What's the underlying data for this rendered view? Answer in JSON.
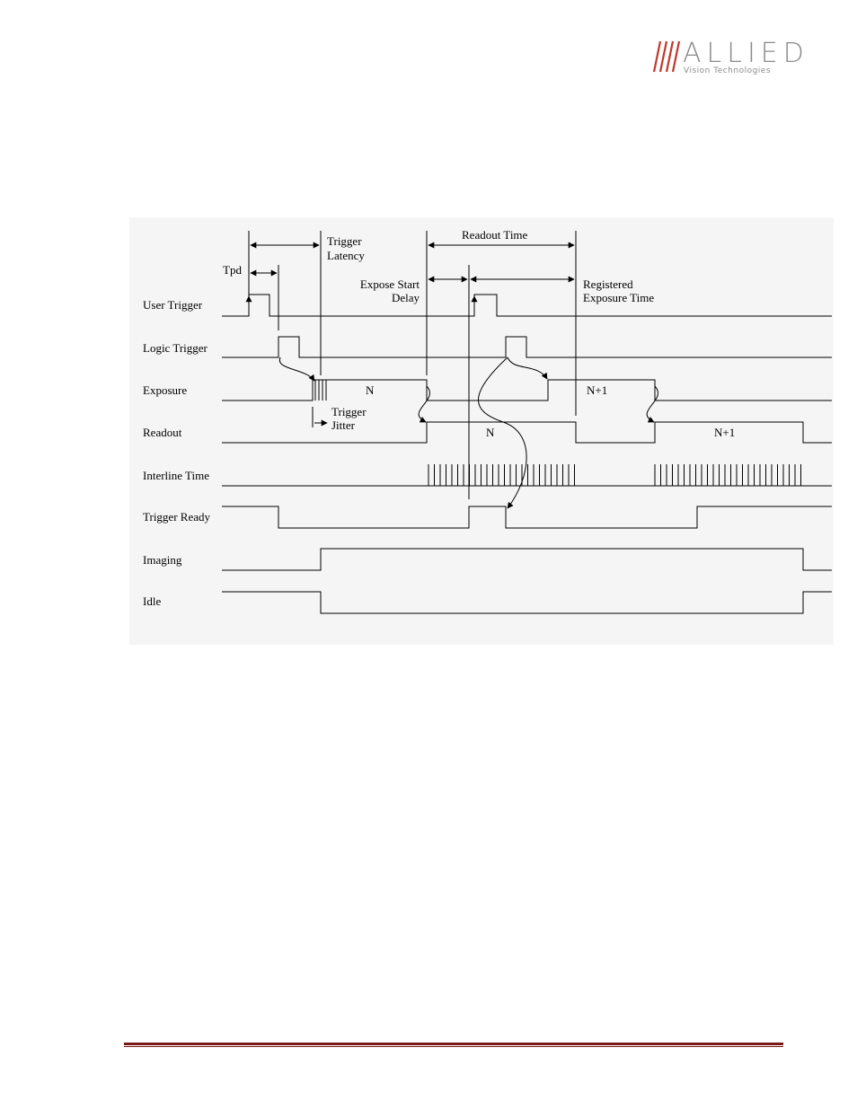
{
  "logo": {
    "word": "ALLIED",
    "subtitle": "Vision Technologies",
    "slash_color": "#c0392b",
    "text_color": "#8a8a8a"
  },
  "diagram": {
    "signals": [
      {
        "id": "user-trigger",
        "label": "User Trigger"
      },
      {
        "id": "logic-trigger",
        "label": "Logic Trigger"
      },
      {
        "id": "exposure",
        "label": "Exposure"
      },
      {
        "id": "readout",
        "label": "Readout"
      },
      {
        "id": "interline-time",
        "label": "Interline Time"
      },
      {
        "id": "trigger-ready",
        "label": "Trigger Ready"
      },
      {
        "id": "imaging",
        "label": "Imaging"
      },
      {
        "id": "idle",
        "label": "Idle"
      }
    ],
    "annotations": {
      "tpd": "Tpd",
      "trigger_latency_1": "Trigger",
      "trigger_latency_2": "Latency",
      "trigger_jitter_1": "Trigger",
      "trigger_jitter_2": "Jitter",
      "readout_time": "Readout Time",
      "expose_start_delay_1": "Expose Start",
      "expose_start_delay_2": "Delay",
      "registered_exposure_1": "Registered",
      "registered_exposure_2": "Exposure Time",
      "exposure_n": "N",
      "exposure_n1": "N+1",
      "readout_n": "N",
      "readout_n1": "N+1"
    }
  },
  "footer": {
    "rule_color": "#7b1818"
  }
}
